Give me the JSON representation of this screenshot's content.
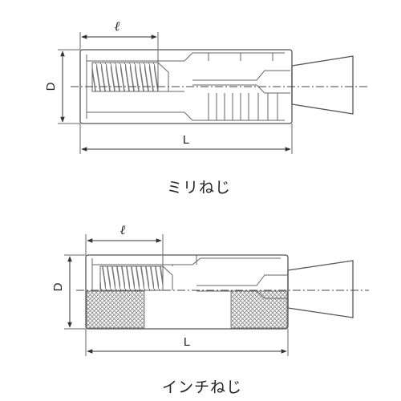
{
  "figures": [
    {
      "caption": "ミリねじ",
      "dimensions": {
        "thread_length": "ℓ",
        "diameter": "D",
        "total_length": "L"
      }
    },
    {
      "caption": "インチねじ",
      "dimensions": {
        "thread_length": "ℓ",
        "diameter": "D",
        "total_length": "L"
      }
    }
  ]
}
